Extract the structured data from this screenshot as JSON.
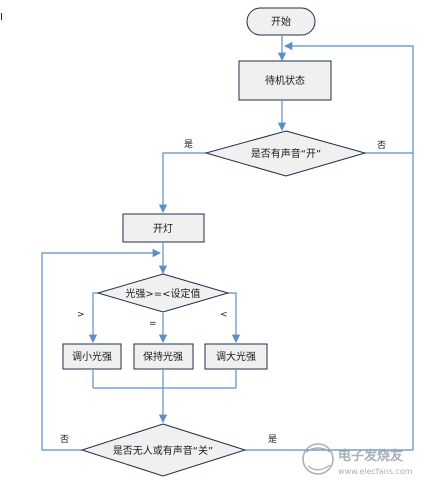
{
  "corner_mark": "I",
  "nodes": {
    "start": "开始",
    "standby": "待机状态",
    "voice_on_question": "是否有声音“开”",
    "turn_on": "开灯",
    "light_compare": "光强>=<设定值",
    "dim_light": "调小光强",
    "keep_light": "保持光强",
    "brighten_light": "调大光强",
    "nobody_or_voice_off_question": "是否无人或有声音“关”"
  },
  "edge_labels": {
    "voice_on_yes": "是",
    "voice_on_no": "否",
    "greater": ">",
    "equal": "=",
    "less": "<",
    "loop_no": "否",
    "loop_yes": "是"
  },
  "watermark": {
    "brand": "电子发烧友",
    "url": "www.elecfans.com"
  },
  "colors": {
    "box_fill": "#f0f0f0",
    "box_border": "#1f2d4a",
    "arrow": "#5a8fc7",
    "watermark": "#9aa3ad"
  }
}
